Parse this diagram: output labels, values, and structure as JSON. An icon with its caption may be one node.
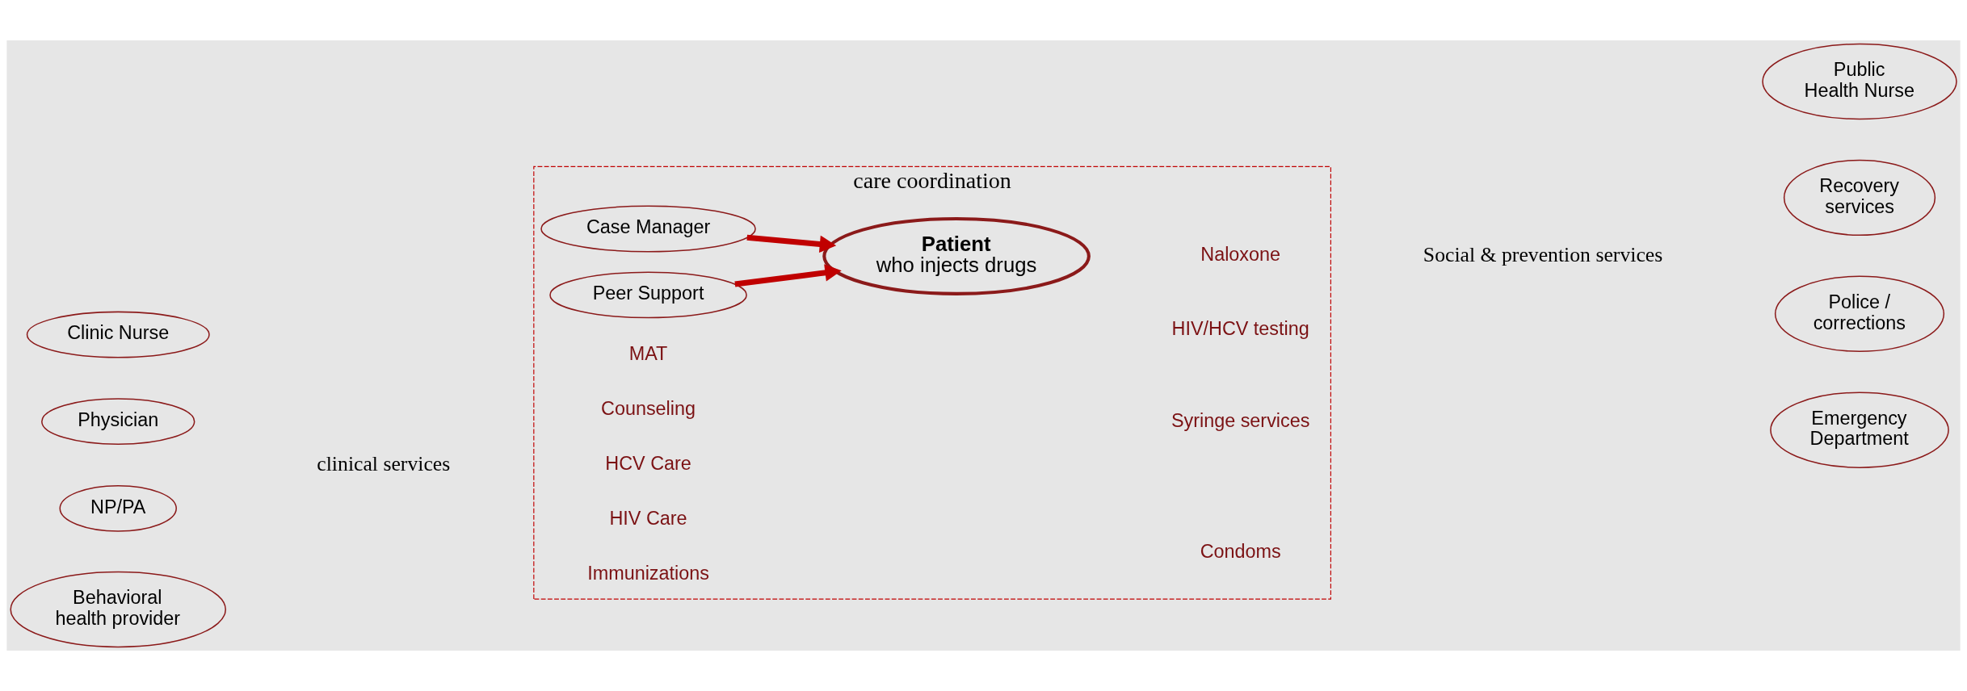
{
  "diagram": {
    "nodes": [
      {
        "text": [
          "Clinic Nurse"
        ]
      },
      {
        "text": [
          "Physician"
        ]
      },
      {
        "text": [
          "NP/PA"
        ]
      },
      {
        "text": [
          "Behavioral health provider"
        ]
      },
      {
        "text": [
          "care coordination"
        ]
      },
      {
        "text": [
          "Case Manager"
        ],
        "in": 4
      },
      {
        "text": [
          "Peer Support"
        ],
        "in": 4
      },
      {
        "text": [
          "Patient",
          "who injects drugs"
        ],
        "in": 4
      },
      {
        "text": [
          "Public Health Nurse"
        ]
      },
      {
        "text": [
          "Recovery services"
        ]
      },
      {
        "text": [
          "Police / corrections"
        ]
      },
      {
        "text": [
          "Emergency Department"
        ]
      }
    ],
    "edges": [
      {
        "from": 5,
        "to": 7,
        "arrow": "to"
      },
      {
        "from": 6,
        "to": 7,
        "arrow": "to"
      }
    ],
    "labels": [
      "clinical services",
      "Social & prevention services",
      "MAT",
      "HIV/HCV testing",
      "Counseling",
      "Naloxone",
      "HCV Care",
      "Syringe services",
      "HIV Care",
      "Immunizations",
      "Condoms"
    ]
  }
}
